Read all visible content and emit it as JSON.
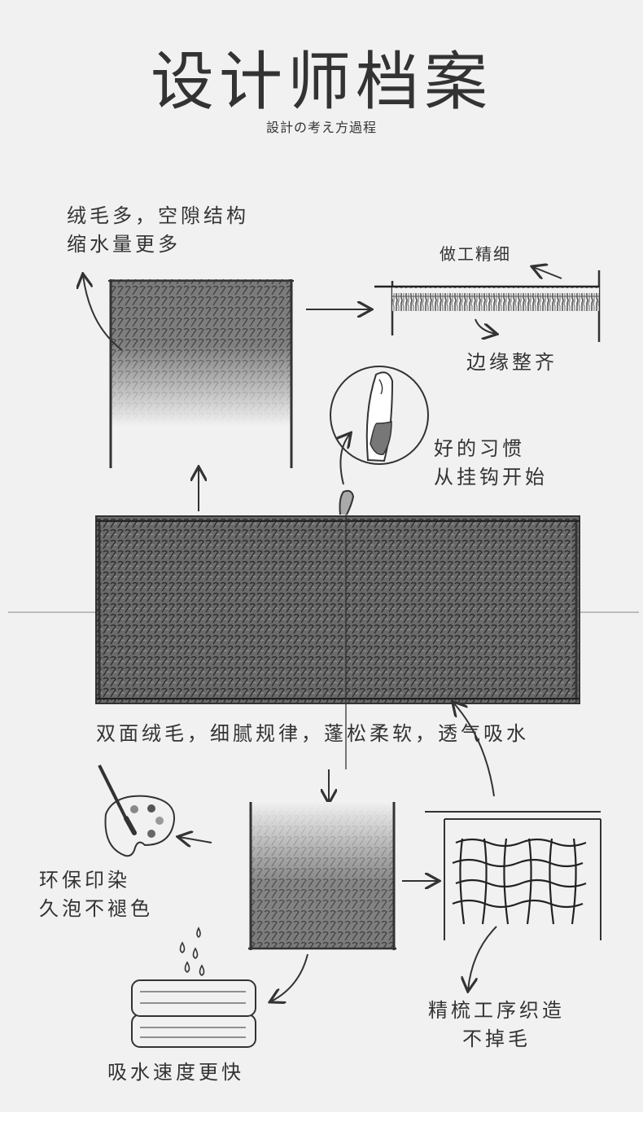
{
  "header": {
    "title": "设计师档案",
    "subtitle": "設計の考え方過程"
  },
  "annotations": {
    "pile": [
      "绒毛多，空隙结构",
      "缩水量更多"
    ],
    "craft": "做工精细",
    "edge": "边缘整齐",
    "hook": [
      "好的习惯",
      "从挂钩开始"
    ],
    "surface": "双面绒毛，细腻规律，蓬松柔软，透气吸水",
    "dye": [
      "环保印染",
      "久泡不褪色"
    ],
    "absorb": "吸水速度更快",
    "comb": [
      "精梳工序织造",
      "不掉毛"
    ]
  },
  "icons": [
    "palette-icon",
    "water-drops-icon",
    "folded-towel-icon",
    "hook-loop-icon"
  ]
}
